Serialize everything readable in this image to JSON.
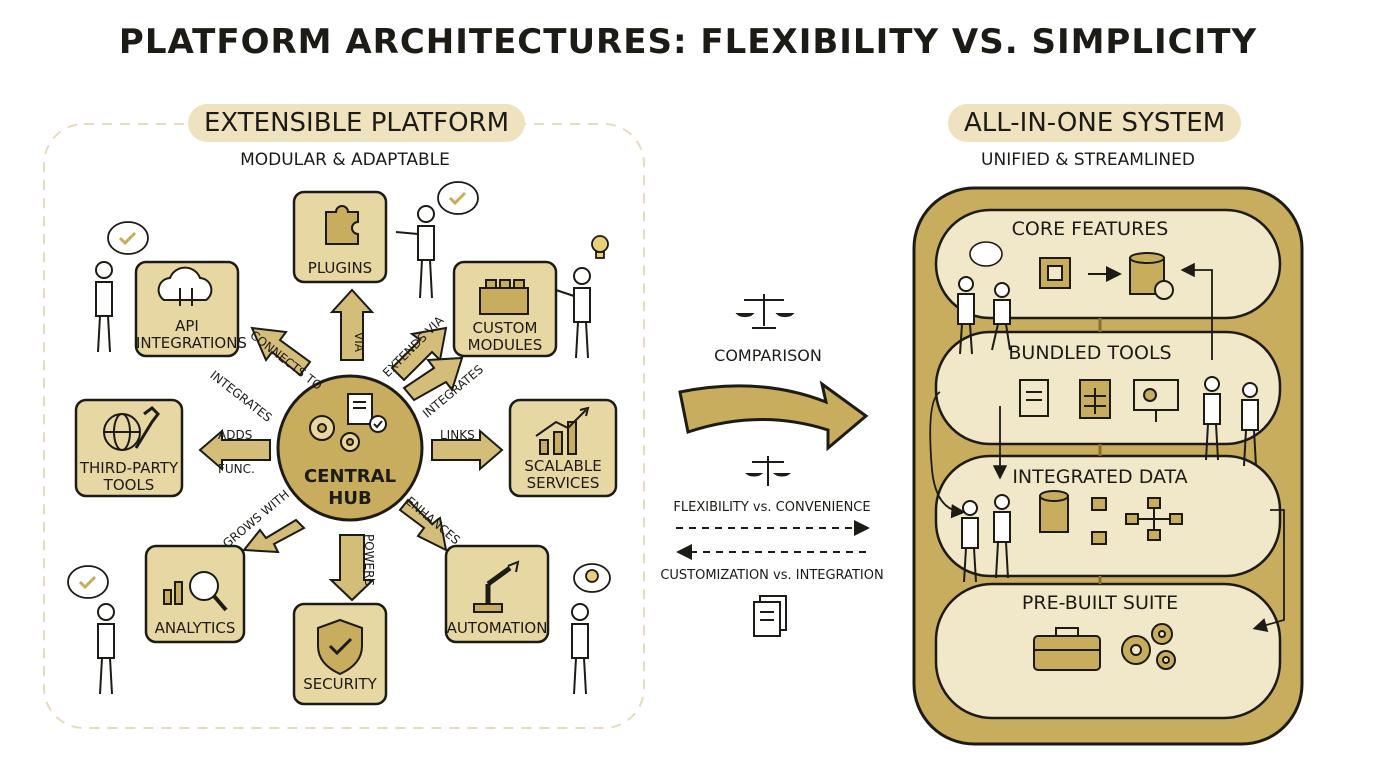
{
  "title": "PLATFORM ARCHITECTURES: FLEXIBILITY VS. SIMPLICITY",
  "left": {
    "heading": "EXTENSIBLE PLATFORM",
    "subtitle": "MODULAR & ADAPTABLE",
    "hub_label": "CENTRAL HUB",
    "modules": {
      "plugins": "PLUGINS",
      "api": "API INTEGRATIONS",
      "custom": "CUSTOM MODULES",
      "thirdparty": "THIRD-PARTY TOOLS",
      "scalable": "SCALABLE SERVICES",
      "analytics": "ANALYTICS",
      "security": "SECURITY",
      "automation": "AUTOMATION"
    },
    "connectors": {
      "connects_to": "CONNECTS TO",
      "integrates_left": "INTEGRATES",
      "via": "VIA",
      "extends_via": "EXTENDS VIA",
      "integrates_right": "INTEGRATES",
      "adds": "ADDS",
      "func": "FUNC.",
      "links": "LINKS",
      "grows_with": "GROWS WITH",
      "powers": "POWERS",
      "enhances": "ENHANCES"
    }
  },
  "middle": {
    "comparison": "COMPARISON",
    "flex_vs_conv": "FLEXIBILITY vs. CONVENIENCE",
    "cust_vs_int": "CUSTOMIZATION vs. INTEGRATION"
  },
  "right": {
    "heading": "ALL-IN-ONE SYSTEM",
    "subtitle": "UNIFIED & STREAMLINED",
    "segments": {
      "core": "CORE FEATURES",
      "bundled": "BUNDLED TOOLS",
      "data": "INTEGRATED DATA",
      "suite": "PRE-BUILT SUITE"
    }
  },
  "colors": {
    "gold": "#c9ad5e",
    "gold_dark": "#8a6f2a",
    "cream": "#efe3bf",
    "outline": "#1d1b16"
  },
  "icons": [
    "puzzle-icon",
    "cloud-icon",
    "lego-brick-icon",
    "globe-wrench-icon",
    "growth-chart-icon",
    "magnifier-chart-icon",
    "shield-check-icon",
    "robot-arm-icon",
    "gears-document-icon",
    "scale-icon",
    "document-icon",
    "chip-icon",
    "database-icon",
    "spreadsheet-icon",
    "presentation-icon",
    "flow-diagram-icon",
    "toolbox-icon",
    "gears-icon",
    "lightbulb-icon",
    "checkmark-bubble-icon"
  ]
}
